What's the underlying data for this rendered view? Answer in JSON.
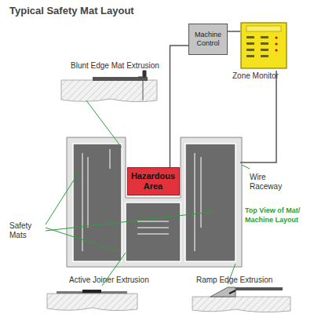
{
  "diagram": {
    "title": "Typical Safety Mat Layout",
    "nodes": [
      {
        "text": [
          "Machine Control"
        ]
      },
      {
        "text": [
          "Zone Monitor"
        ]
      },
      {
        "text": [
          "Hazardous Area"
        ]
      }
    ],
    "edges": [
      {
        "from": 0,
        "to": 1,
        "arrow": "none"
      },
      {
        "from": 0,
        "to": 2,
        "arrow": "none"
      }
    ],
    "labels": [
      "Blunt Edge Mat Extrusion",
      "Safety Mats",
      "Active Joiner Extrusion",
      "Ramp Edge Extrusion",
      "Wire Raceway",
      "Top View of Mat/ Machine Layout"
    ]
  }
}
